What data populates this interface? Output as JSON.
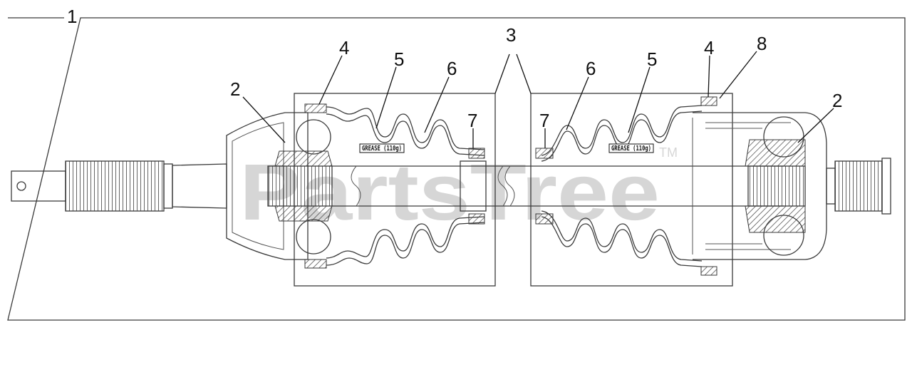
{
  "watermark": {
    "text": "PartsTree",
    "tm": "TM"
  },
  "callouts": {
    "c1": "1",
    "c2_left": "2",
    "c2_right": "2",
    "c3": "3",
    "c4_left": "4",
    "c4_right": "4",
    "c5_left": "5",
    "c5_right": "5",
    "c6_left": "6",
    "c6_right": "6",
    "c7_left": "7",
    "c7_right": "7",
    "c8": "8"
  },
  "tags": {
    "grease_left": "GREASE (110g)",
    "grease_right": "GREASE (110g)"
  },
  "colors": {
    "line": "#3a3a3a",
    "watermark": "#d6d6d6",
    "background": "#ffffff"
  }
}
